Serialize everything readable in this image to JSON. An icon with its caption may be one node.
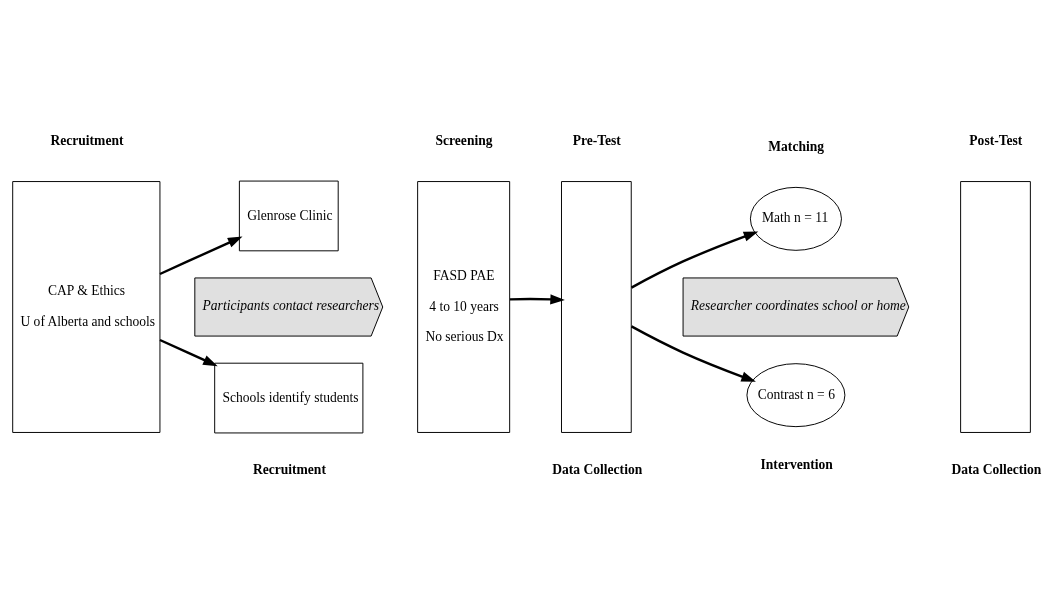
{
  "diagram": {
    "nodes": [
      {
        "text": [
          "CAP & Ethics",
          "U of Alberta and schools"
        ]
      },
      {
        "text": [
          "Glenrose Clinic"
        ]
      },
      {
        "text": [
          "Participants contact researchers"
        ]
      },
      {
        "text": [
          "Schools identify students"
        ]
      },
      {
        "text": [
          "FASD PAE",
          "4 to 10 years",
          "No serious Dx"
        ]
      },
      {
        "text": [],
        "shape": "box"
      },
      {
        "text": [
          "Math n = 11"
        ]
      },
      {
        "text": [
          "Researcher coordinates school or home"
        ]
      },
      {
        "text": [
          "Contrast n = 6"
        ]
      },
      {
        "text": [],
        "shape": "box"
      }
    ],
    "edges": [
      {
        "from": 0,
        "to": 1,
        "arrow": "to"
      },
      {
        "from": 0,
        "to": 3,
        "arrow": "to"
      },
      {
        "from": 4,
        "to": 5,
        "arrow": "to"
      },
      {
        "from": 5,
        "to": 6,
        "arrow": "to"
      },
      {
        "from": 5,
        "to": 8,
        "arrow": "to"
      }
    ],
    "labels": [
      "Recruitment",
      "Screening",
      "Pre-Test",
      "Matching",
      "Post-Test",
      "Recruitment",
      "Data Collection",
      "Intervention",
      "Data Collection"
    ]
  }
}
